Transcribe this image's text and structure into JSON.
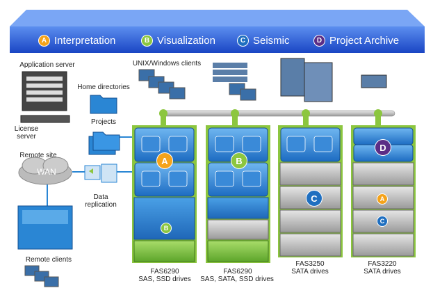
{
  "legend": [
    {
      "letter": "A",
      "label": "Interpretation",
      "color": "#f5a31a"
    },
    {
      "letter": "B",
      "label": "Visualization",
      "color": "#8cc63f"
    },
    {
      "letter": "C",
      "label": "Seismic",
      "color": "#1f6fc0"
    },
    {
      "letter": "D",
      "label": "Project Archive",
      "color": "#5b2d86"
    }
  ],
  "labels": {
    "application_server": "Application server",
    "license_server": "License\nserver",
    "home_directories": "Home directories",
    "projects": "Projects",
    "unix_clients": "UNIX/Windows clients",
    "remote_site": "Remote site",
    "wan": "WAN",
    "data_replication": "Data\nreplication",
    "remote_clients": "Remote clients"
  },
  "storage": [
    {
      "model": "FAS6290",
      "drives": "SAS, SSD drives"
    },
    {
      "model": "FAS6290",
      "drives": "SAS, SATA, SSD drives"
    },
    {
      "model": "FAS3250",
      "drives": "SATA drives"
    },
    {
      "model": "FAS3220",
      "drives": "SATA drives"
    }
  ],
  "colors": {
    "banner": "#1e4fd0",
    "accent_green": "#7cc242",
    "controller_blue": "#2a86d4"
  }
}
